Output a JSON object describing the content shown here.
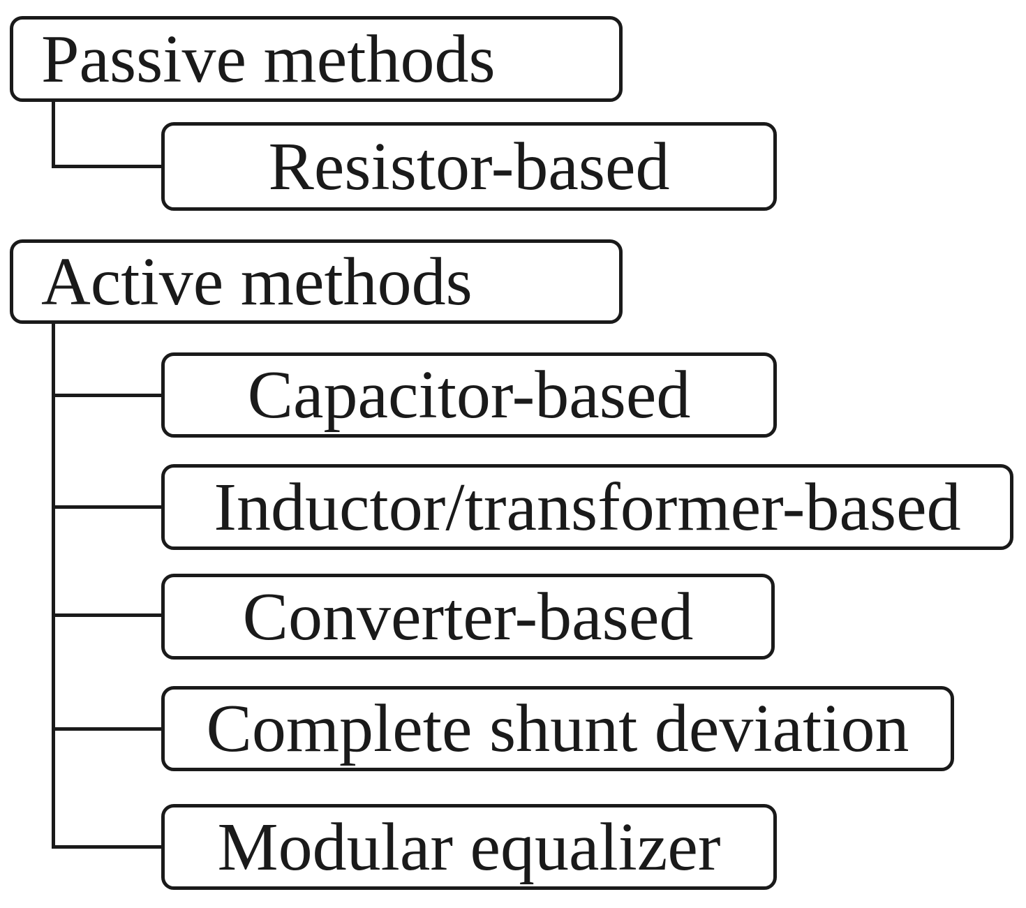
{
  "diagram": {
    "type": "tree",
    "colors": {
      "background": "#ffffff",
      "border": "#1a1a1a",
      "text": "#1a1a1a",
      "connector": "#1a1a1a"
    },
    "nodes": {
      "passive": {
        "label": "Passive methods",
        "role": "root"
      },
      "resistor": {
        "label": "Resistor-based",
        "role": "child-of-passive"
      },
      "active": {
        "label": "Active methods",
        "role": "root"
      },
      "capacitor": {
        "label": "Capacitor-based",
        "role": "child-of-active"
      },
      "inductor": {
        "label": "Inductor/transformer-based",
        "role": "child-of-active"
      },
      "converter": {
        "label": "Converter-based",
        "role": "child-of-active"
      },
      "complete": {
        "label": "Complete shunt deviation",
        "role": "child-of-active"
      },
      "modular": {
        "label": "Modular equalizer",
        "role": "child-of-active"
      }
    },
    "hierarchy": [
      {
        "parent": "Passive methods",
        "children": [
          "Resistor-based"
        ]
      },
      {
        "parent": "Active methods",
        "children": [
          "Capacitor-based",
          "Inductor/transformer-based",
          "Converter-based",
          "Complete shunt deviation",
          "Modular equalizer"
        ]
      }
    ]
  }
}
